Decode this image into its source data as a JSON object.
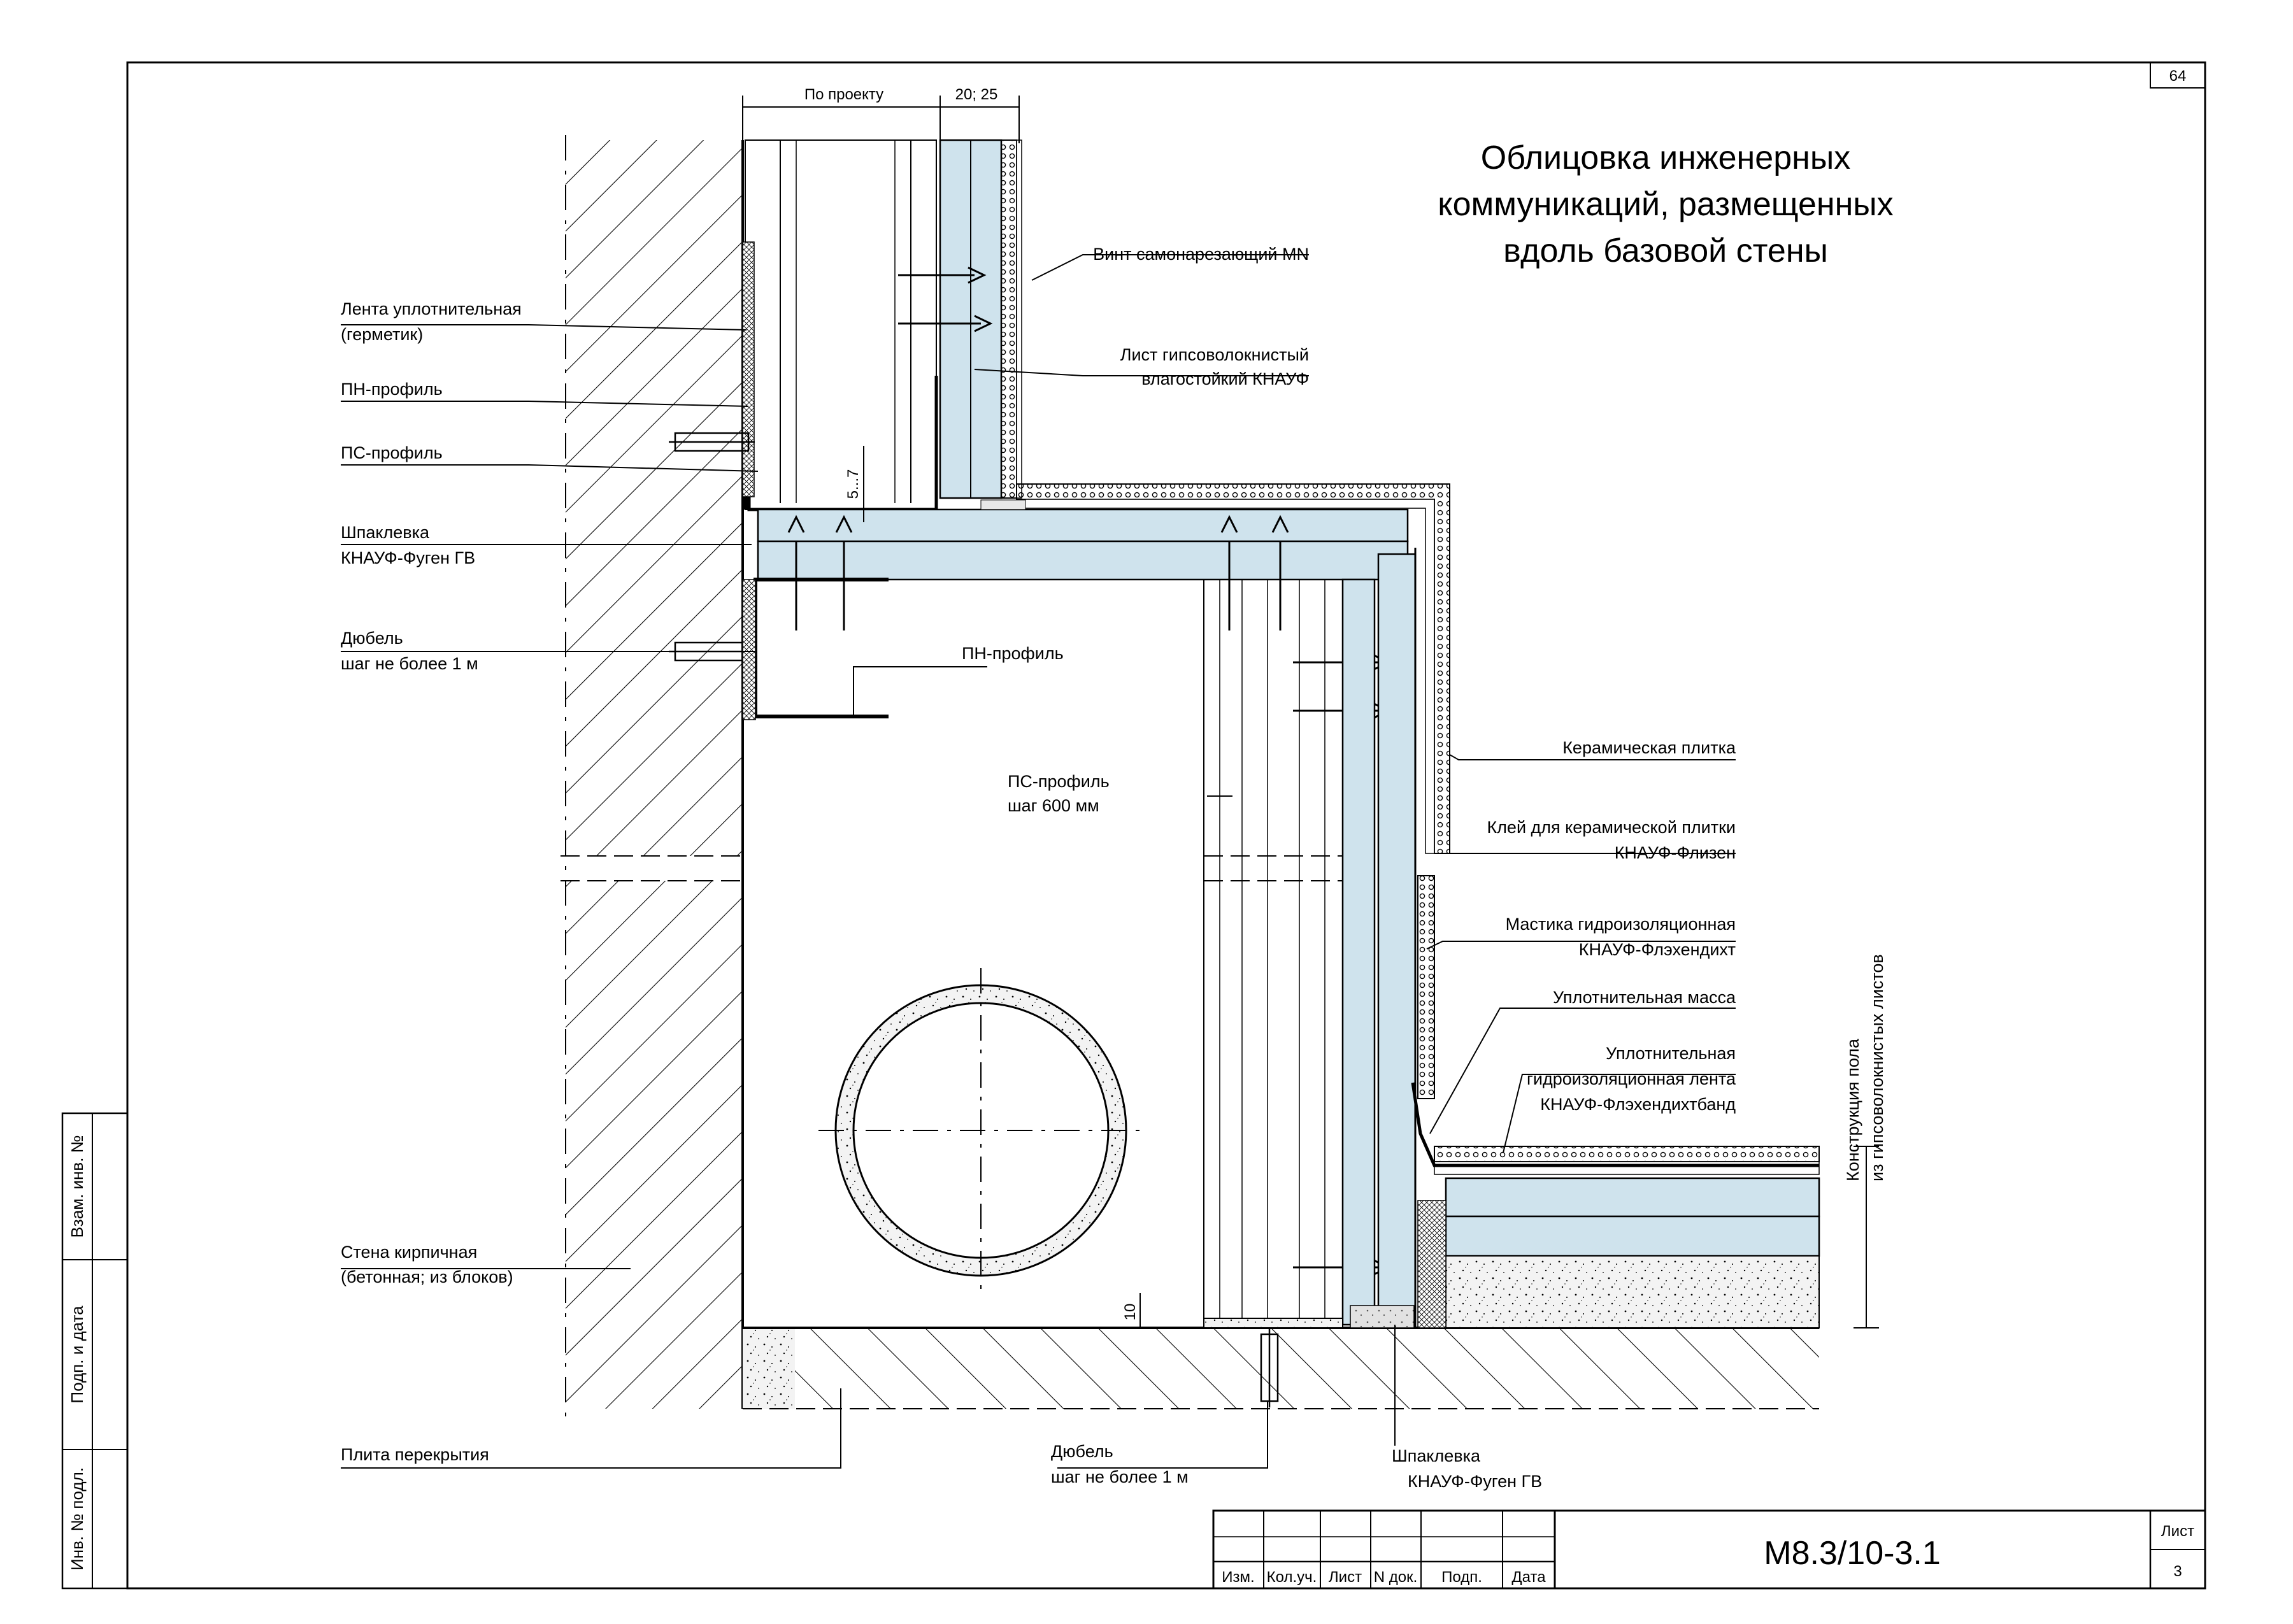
{
  "sheet_number_top": "64",
  "title": [
    "Облицовка инженерных",
    "коммуникаций, размещенных",
    "вдоль базовой стены"
  ],
  "dimensions": {
    "by_project": "По проекту",
    "thickness": "20; 25",
    "gap": "5...7",
    "floor_gap": "10"
  },
  "labels": {
    "sealing_tape": [
      "Лента уплотнительная",
      "(герметик)"
    ],
    "pn_profile_left": "ПН-профиль",
    "ps_profile_left": "ПС-профиль",
    "putty_top": [
      "Шпаклевка",
      "КНАУФ-Фуген ГВ"
    ],
    "dowel_top": [
      "Дюбель",
      "шаг не более 1 м"
    ],
    "screw": "Винт самонарезающий MN",
    "gvl_sheet": [
      "Лист гипсоволокнистый",
      "влагостойкий КНАУФ"
    ],
    "pn_profile_center": "ПН-профиль",
    "ps_profile_center": [
      "ПС-профиль",
      "шаг 600 мм"
    ],
    "ceramic_tile": "Керамическая плитка",
    "tile_glue": [
      "Клей для керамической плитки",
      "КНАУФ-Флизен"
    ],
    "mastic": [
      "Мастика гидроизоляционная",
      "КНАУФ-Флэхендихт"
    ],
    "sealing_mass": "Уплотнительная масса",
    "waterproof_tape": [
      "Уплотнительная",
      "гидроизоляционная лента",
      "КНАУФ-Флэхендихтбанд"
    ],
    "floor_construction": [
      "Конструкция пола",
      "из гипсоволокнистых листов"
    ],
    "brick_wall": [
      "Стена кирпичная",
      "(бетонная; из блоков)"
    ],
    "floor_slab": "Плита перекрытия",
    "dowel_bottom": [
      "Дюбель",
      "шаг не более 1 м"
    ],
    "putty_bottom": [
      "Шпаклевка",
      "КНАУФ-Фуген ГВ"
    ]
  },
  "side_stamp": [
    "Взам. инв. №",
    "Подп. и дата",
    "Инв. № подл."
  ],
  "title_block": {
    "columns": [
      "Изм.",
      "Кол.уч.",
      "Лист",
      "N док.",
      "Подп.",
      "Дата"
    ],
    "doc_code": "М8.3/10-3.1",
    "sheet_label": "Лист",
    "sheet_value": "3"
  },
  "colors": {
    "board_fill": "#cfe3ed",
    "line": "#000000",
    "paper": "#ffffff"
  }
}
